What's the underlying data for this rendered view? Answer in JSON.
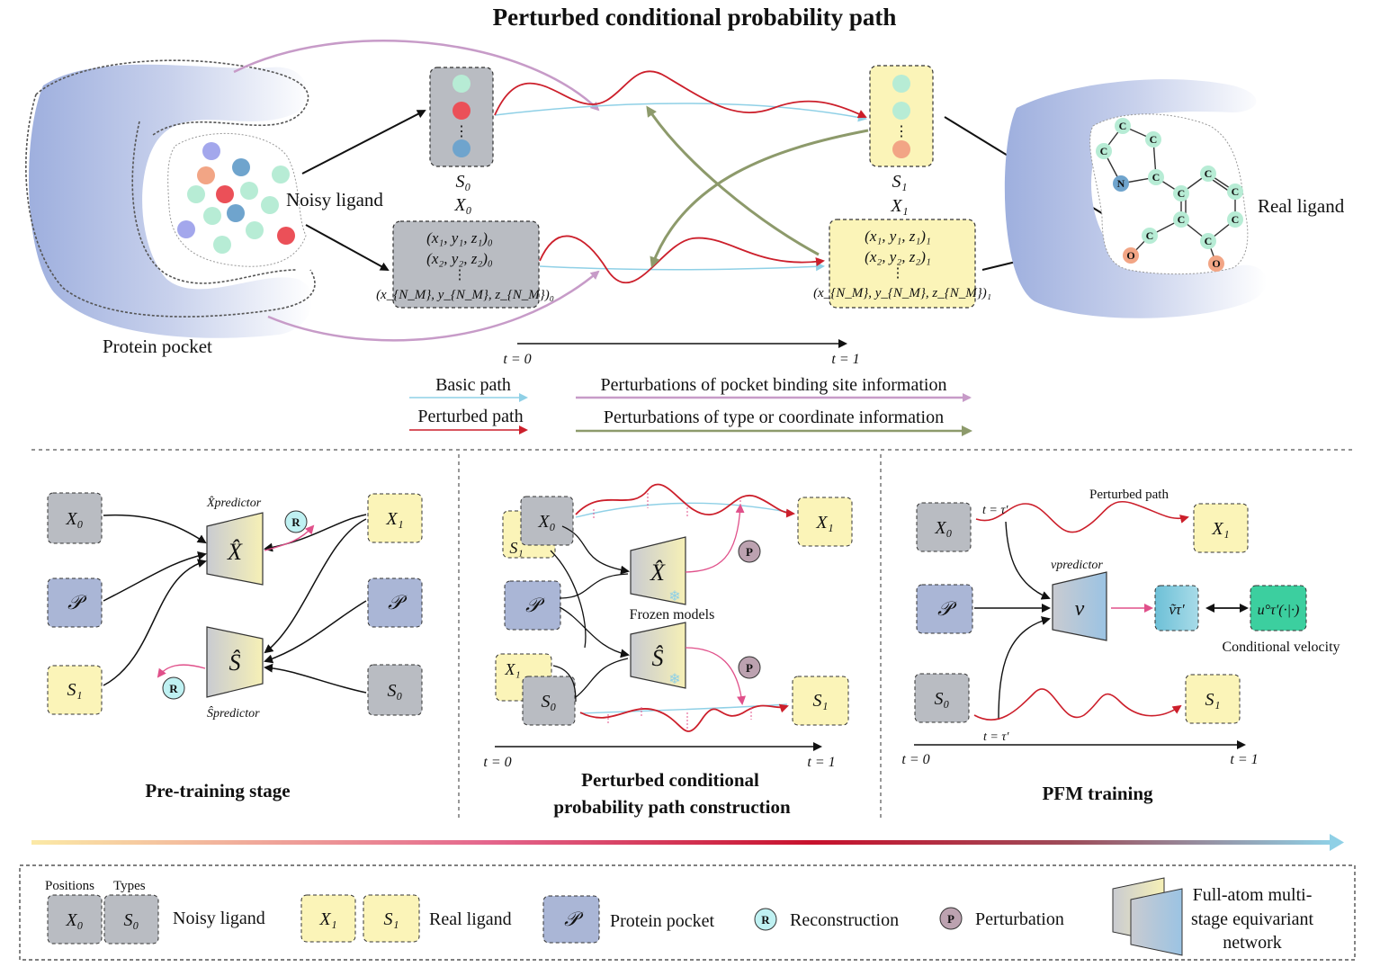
{
  "title": "Perturbed conditional probability path",
  "top": {
    "noisy_ligand": "Noisy ligand",
    "protein_pocket": "Protein pocket",
    "real_ligand": "Real ligand",
    "s0": "S₀",
    "x0": "X₀",
    "s1": "S₁",
    "x1": "X₁",
    "x0_coords": [
      "(x₁, y₁, z₁)₀",
      "(x₂, y₂, z₂)₀",
      "⋮",
      "(x_{N_M}, y_{N_M}, z_{N_M})₀"
    ],
    "x1_coords": [
      "(x₁, y₁, z₁)₁",
      "(x₂, y₂, z₂)₁",
      "⋮",
      "(x_{N_M}, y_{N_M}, z_{N_M})₁"
    ],
    "t0": "t = 0",
    "t1": "t = 1",
    "atoms": [
      "C",
      "C",
      "C",
      "N",
      "C",
      "C",
      "C",
      "C",
      "C",
      "C",
      "C",
      "C",
      "O",
      "O"
    ]
  },
  "legend_paths": {
    "basic": "Basic path",
    "perturbed": "Perturbed path",
    "pocket": "Perturbations of pocket binding site information",
    "type_coord": "Perturbations of type or coordinate information"
  },
  "panel1": {
    "caption": "Pre-training stage",
    "x0": "X₀",
    "p": "𝒫",
    "s1": "S₁",
    "x1": "X₁",
    "p2": "𝒫",
    "s0": "S₀",
    "x_hat": "X̂",
    "s_hat": "Ŝ",
    "x_pred": "X̂predictor",
    "s_pred": "Ŝpredictor",
    "r": "R"
  },
  "panel2": {
    "caption_1": "Perturbed conditional",
    "caption_2": "probability path construction",
    "x0": "X₀",
    "s1": "S₁",
    "p": "𝒫",
    "x1b": "X₁",
    "s0": "S₀",
    "x1": "X₁",
    "s1r": "S₁",
    "x_hat": "X̂",
    "s_hat": "Ŝ",
    "frozen": "Frozen models",
    "p_badge": "P",
    "t0": "t = 0",
    "t1": "t = 1"
  },
  "panel3": {
    "caption": "PFM training",
    "x0": "X₀",
    "p": "𝒫",
    "s0": "S₀",
    "x1": "X₁",
    "s1": "S₁",
    "v": "v",
    "v_pred": "vpredictor",
    "v_tilde": "ṽτ′",
    "u": "u°τ′(·|·)",
    "cond_vel": "Conditional velocity",
    "perturbed_path": "Perturbed path",
    "t_tau": "t = τ′",
    "t0": "t = 0",
    "t1": "t = 1"
  },
  "legend": {
    "positions": "Positions",
    "types": "Types",
    "x0": "X₀",
    "s0": "S₀",
    "noisy": "Noisy ligand",
    "x1": "X₁",
    "s1": "S₁",
    "real": "Real ligand",
    "p": "𝒫",
    "pocket": "Protein pocket",
    "r": "R",
    "recon": "Reconstruction",
    "pb": "P",
    "perturb": "Perturbation",
    "net_1": "Full-atom multi-",
    "net_2": "stage equivariant",
    "net_3": "network"
  },
  "colors": {
    "gray_box": "#b9bcc2",
    "yellow_box": "#fbf4b8",
    "blue_box": "#aab6d6",
    "basic_path": "#8fd0e6",
    "perturbed_path": "#cc1f2b",
    "pocket_pert": "#c79bc8",
    "type_pert": "#8d9a6b",
    "teal": "#3ccf9f",
    "recon": "#bff1f2",
    "perturb_badge": "#bca2b0"
  }
}
